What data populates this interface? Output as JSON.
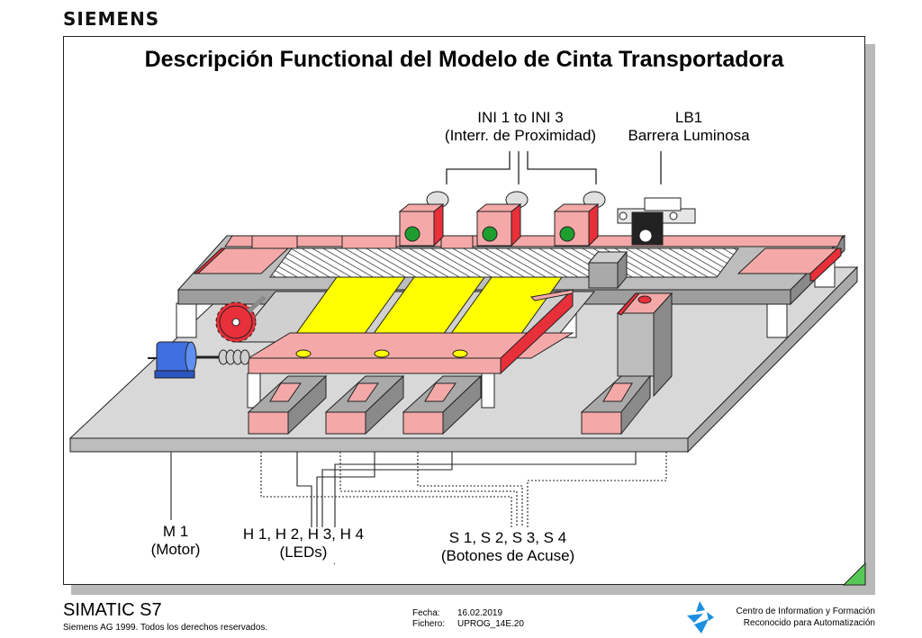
{
  "brand": "SIEMENS",
  "title": "Descripción Functional del Modelo de Cinta Transportadora",
  "labels": {
    "ini": {
      "line1": "INI 1 to INI 3",
      "line2": "(Interr. de Proximidad)"
    },
    "lb": {
      "line1": "LB1",
      "line2": "Barrera Luminosa"
    },
    "motor": {
      "line1": "M 1",
      "line2": "(Motor)"
    },
    "leds": {
      "line1": "H 1, H 2, H 3, H 4",
      "line2": "(LEDs)"
    },
    "buttons": {
      "line1": "S 1, S 2, S 3, S 4",
      "line2": "(Botones de Acuse)"
    }
  },
  "footer": {
    "product": "SIMATIC S7",
    "copyright": "Siemens AG 1999. Todos los derechos reservados.",
    "date_label": "Fecha:",
    "date_value": "16.02.2019",
    "file_label": "Fichero:",
    "file_value": "UPROG_14E.20",
    "center_line1": "Centro de Information y Formación",
    "center_line2": "Reconocido para Automatización"
  },
  "colors": {
    "pink": "#f4a9a8",
    "red": "#e8303a",
    "yellow": "#ffff00",
    "grey_base": "#d8d8d8",
    "sensor_green": "#1e9e2f",
    "motor_blue": "#3f6fe0",
    "logo_blue": "#1d8fe0",
    "corner_green": "#56c856"
  },
  "icons": [
    "gear-icon",
    "motor-icon",
    "proximity-sensor-icon",
    "light-barrier-icon",
    "push-button-icon",
    "led-icon",
    "worm-gear-icon",
    "training-center-logo-icon"
  ]
}
